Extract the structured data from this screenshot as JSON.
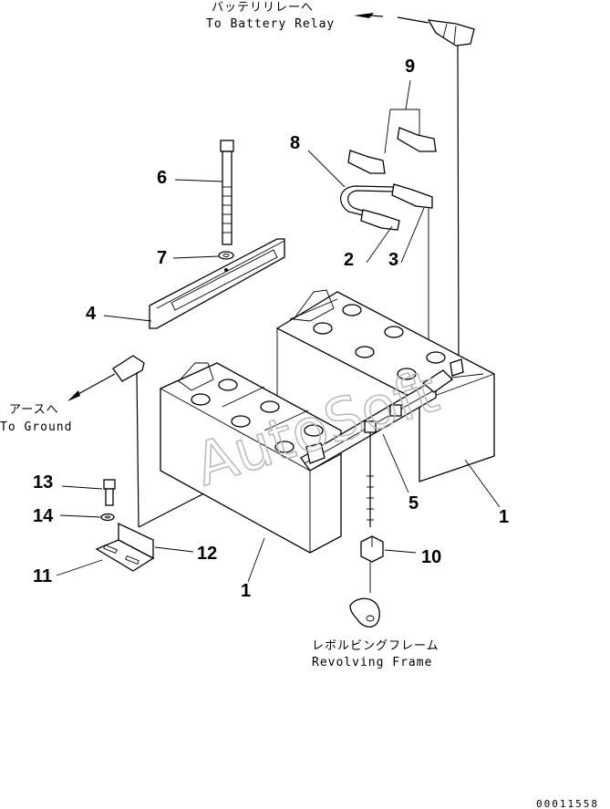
{
  "notes": {
    "battery_relay_jp": "バッテリリレーへ",
    "battery_relay_en": "To Battery Relay",
    "ground_jp": "アースへ",
    "ground_en": "To Ground",
    "frame_jp": "レボルビングフレーム",
    "frame_en": "Revolving Frame"
  },
  "part_numbers": {
    "p1a": "1",
    "p1b": "1",
    "p2": "2",
    "p3": "3",
    "p4": "4",
    "p5": "5",
    "p6": "6",
    "p7": "7",
    "p8": "8",
    "p9": "9",
    "p10": "10",
    "p11": "11",
    "p12": "12",
    "p13": "13",
    "p14": "14"
  },
  "watermark": "AutoSoft",
  "document_id": "00011558"
}
